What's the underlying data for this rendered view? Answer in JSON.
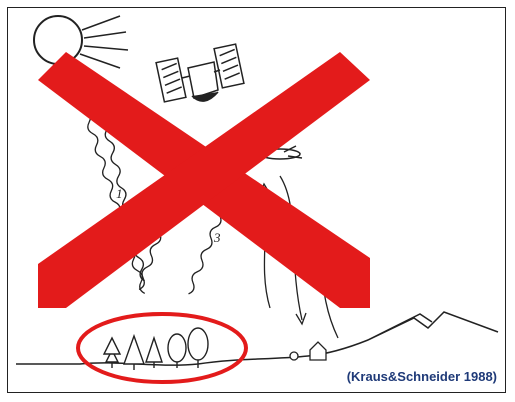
{
  "figure": {
    "citation": "(Kraus&Schneider 1988)",
    "path_labels": [
      "1",
      "3"
    ],
    "colors": {
      "cross": "#e31b1b",
      "highlight_ellipse": "#e31b1b",
      "citation": "#1f3a78",
      "line_art": "#222222"
    },
    "icons": [
      "sun-icon",
      "satellite-icon",
      "aircraft-icon",
      "tree-icon",
      "building-icon"
    ]
  }
}
